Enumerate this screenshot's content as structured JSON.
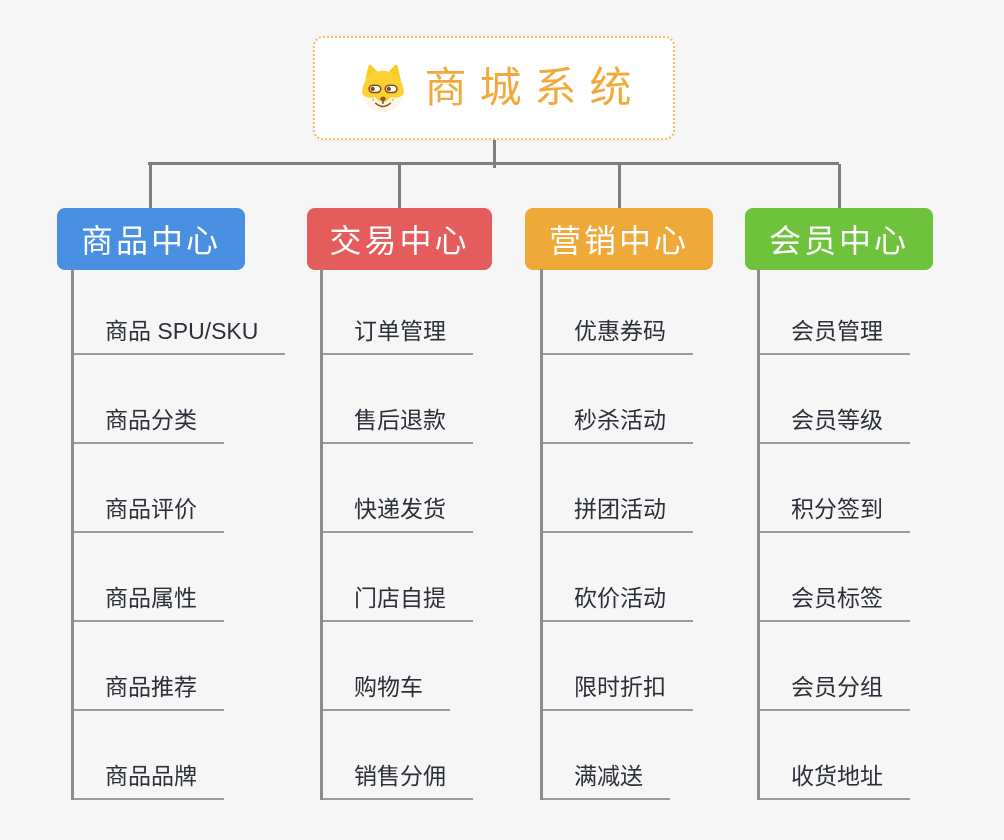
{
  "root": {
    "title": "商城系统",
    "icon": "dog-face-icon"
  },
  "branches": [
    {
      "label": "商品中心",
      "color": "#4a90e2",
      "items": [
        "商品 SPU/SKU",
        "商品分类",
        "商品评价",
        "商品属性",
        "商品推荐",
        "商品品牌"
      ]
    },
    {
      "label": "交易中心",
      "color": "#e45c5c",
      "items": [
        "订单管理",
        "售后退款",
        "快递发货",
        "门店自提",
        "购物车",
        "销售分佣"
      ]
    },
    {
      "label": "营销中心",
      "color": "#efa939",
      "items": [
        "优惠券码",
        "秒杀活动",
        "拼团活动",
        "砍价活动",
        "限时折扣",
        "满减送"
      ]
    },
    {
      "label": "会员中心",
      "color": "#6ec23c",
      "items": [
        "会员管理",
        "会员等级",
        "积分签到",
        "会员标签",
        "会员分组",
        "收货地址"
      ]
    }
  ],
  "colors": {
    "background": "#f6f6f7",
    "root_border": "#f3bb63",
    "root_title": "#f2a93b",
    "connector": "#7e7e7e",
    "rail": "#8d8d8d",
    "underline": "#9b9b9b",
    "item_text": "#2c3038",
    "branch_text": "#ffffff"
  }
}
